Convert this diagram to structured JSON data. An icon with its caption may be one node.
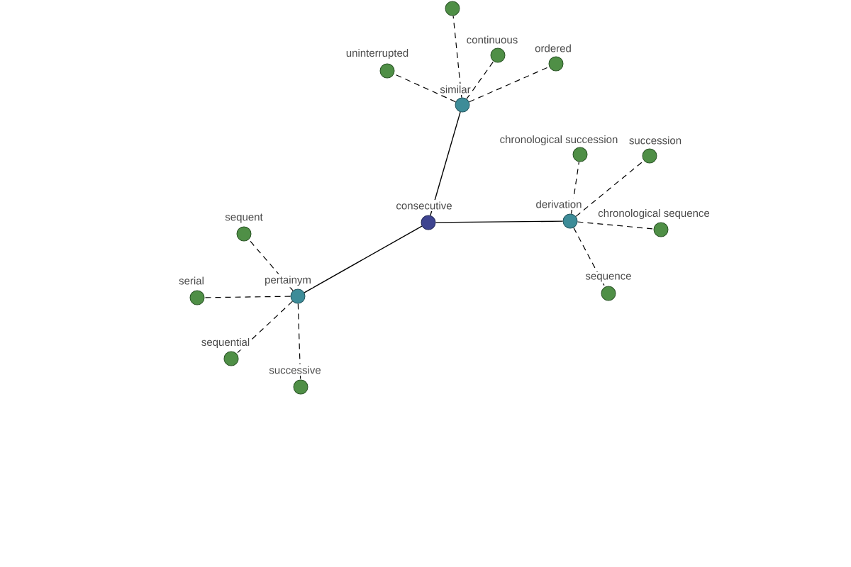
{
  "diagram": {
    "nodes": [
      {
        "text": [],
        "shape": "circle"
      },
      {
        "text": [
          "continuous"
        ]
      },
      {
        "text": [
          "ordered"
        ]
      },
      {
        "text": [
          "uninterrupted"
        ]
      },
      {
        "text": [
          "similar"
        ]
      },
      {
        "text": [
          "chronological succession"
        ]
      },
      {
        "text": [
          "succession"
        ]
      },
      {
        "text": [
          "consecutive"
        ]
      },
      {
        "text": [
          "derivation"
        ]
      },
      {
        "text": [
          "chronological sequence"
        ]
      },
      {
        "text": [
          "sequent"
        ]
      },
      {
        "text": [
          "sequence"
        ]
      },
      {
        "text": [
          "serial"
        ]
      },
      {
        "text": [
          "pertainym"
        ]
      },
      {
        "text": [
          "sequential"
        ]
      },
      {
        "text": [
          "successive"
        ]
      }
    ],
    "edges": [
      {
        "from": 7,
        "to": 4,
        "arrow": "none"
      },
      {
        "from": 7,
        "to": 8,
        "arrow": "none"
      },
      {
        "from": 7,
        "to": 13,
        "arrow": "none"
      },
      {
        "from": 4,
        "to": 0,
        "arrow": "none",
        "style": "dashed"
      },
      {
        "from": 4,
        "to": 3,
        "arrow": "none",
        "style": "dashed"
      },
      {
        "from": 4,
        "to": 1,
        "arrow": "none",
        "style": "dashed"
      },
      {
        "from": 4,
        "to": 2,
        "arrow": "none",
        "style": "dashed"
      },
      {
        "from": 8,
        "to": 5,
        "arrow": "none",
        "style": "dashed"
      },
      {
        "from": 8,
        "to": 6,
        "arrow": "none",
        "style": "dashed"
      },
      {
        "from": 8,
        "to": 9,
        "arrow": "none",
        "style": "dashed"
      },
      {
        "from": 8,
        "to": 11,
        "arrow": "none",
        "style": "dashed"
      },
      {
        "from": 13,
        "to": 10,
        "arrow": "none",
        "style": "dashed"
      },
      {
        "from": 13,
        "to": 12,
        "arrow": "none",
        "style": "dashed"
      },
      {
        "from": 13,
        "to": 14,
        "arrow": "none",
        "style": "dashed"
      },
      {
        "from": 13,
        "to": 15,
        "arrow": "none",
        "style": "dashed"
      }
    ]
  }
}
